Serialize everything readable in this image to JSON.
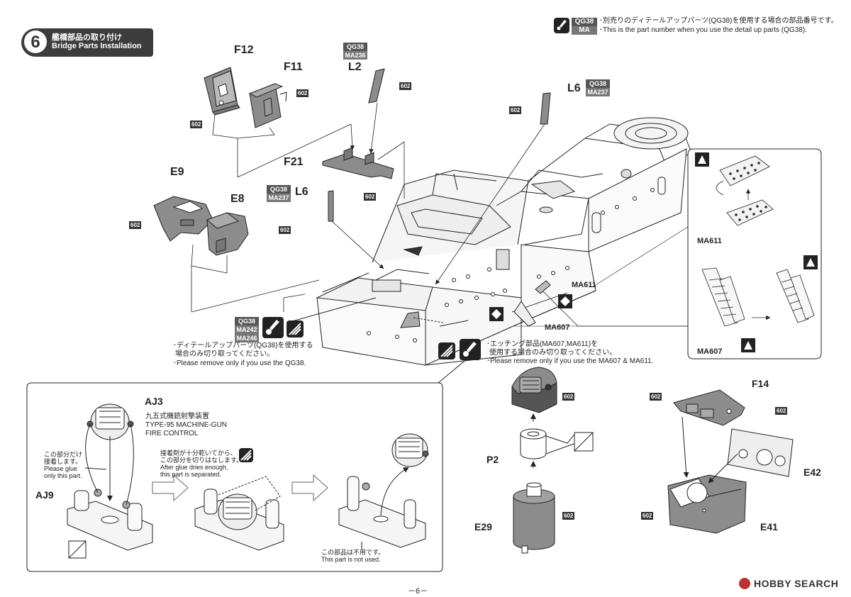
{
  "step": {
    "number": "6",
    "title_jp": "艦橋部品の取り付け",
    "title_en": "Bridge Parts Installation"
  },
  "header_note": {
    "code_top": "QG38",
    "code_bottom": "MA",
    "text_jp": "･別売りのディテールアップパーツ(QG38)を使用する場合の部品番号です。",
    "text_en": "･This is the part number when you use the detail up parts (QG38)."
  },
  "parts": {
    "f12": "F12",
    "f11": "F11",
    "l2": "L2",
    "l6_a": "L6",
    "l6_b": "L6",
    "f21": "F21",
    "e9": "E9",
    "e8": "E8",
    "ma611_main": "MA611",
    "ma607_main": "MA607",
    "ma611_inset": "MA611",
    "ma607_inset": "MA607",
    "aj3": "AJ3",
    "aj9": "AJ9",
    "p2": "P2",
    "e29": "E29",
    "f14": "F14",
    "e42": "E42",
    "e41": "E41"
  },
  "color_refs": {
    "f12": "602",
    "f11": "602",
    "l2": "602",
    "l6_top": "602",
    "f21": "602",
    "e9": "602",
    "e8": "602",
    "l6_mid": "602",
    "fc_top": "602",
    "e29": "602",
    "f14": "602",
    "e42": "602",
    "e41": "602"
  },
  "qg_codes": {
    "l2": [
      "QG38",
      "MA236"
    ],
    "l6_top": [
      "QG38",
      "MA237"
    ],
    "l6_mid": [
      "QG38",
      "MA237"
    ],
    "cut": [
      "QG38",
      "MA242",
      "MA246"
    ]
  },
  "notes": {
    "qg38_cut_jp_1": "･ディテールアップパーツ(QG38)を使用する",
    "qg38_cut_jp_2": "場合のみ切り取ってください。",
    "qg38_cut_en": "･Please remove only if you use the QG38.",
    "etch_jp_1": "･エッチング部品(MA607,MA611)を",
    "etch_jp_2": "使用する場合のみ切り取ってください。",
    "etch_en": "･Please remove only if you use the MA607 & MA611."
  },
  "subassembly": {
    "fc_jp": "九五式機銃射撃装置",
    "fc_en_1": "TYPE-95 MACHINE-GUN",
    "fc_en_2": "FIRE CONTROL",
    "glue_jp_1": "この部分だけ",
    "glue_jp_2": "接着します。",
    "glue_en_1": "Please glue",
    "glue_en_2": "only this part.",
    "separate_jp_1": "接着剤が十分乾いてから、",
    "separate_jp_2": "この部分を切りはなします。",
    "separate_en_1": "After glue dries enough,",
    "separate_en_2": "this part is separated.",
    "unused_jp": "この部品は不用です。",
    "unused_en": "This part is not used."
  },
  "footer": {
    "page_number": "－6－",
    "watermark": "HOBBY SEARCH"
  },
  "colors": {
    "part_fill": "#8c8c8c",
    "ink": "#222222",
    "banner": "#3c3c3c"
  }
}
